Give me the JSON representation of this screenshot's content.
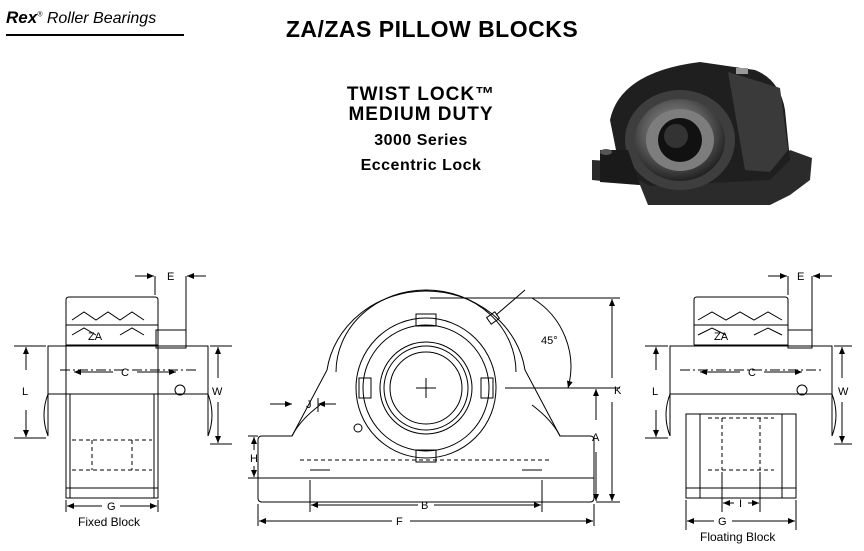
{
  "brand": {
    "name": "Rex",
    "suffix": "Roller Bearings"
  },
  "title": "ZA/ZAS PILLOW BLOCKS",
  "subtitle": {
    "line1": "TWIST LOCK™",
    "line2": "MEDIUM DUTY",
    "series": "3000 Series",
    "lock_type": "Eccentric Lock"
  },
  "captions": {
    "fixed": "Fixed Block",
    "floating": "Floating Block"
  },
  "angle_label": "45°",
  "bearing_mark": "ZA",
  "dimensions": {
    "A": "A",
    "B": "B",
    "C": "C",
    "E": "E",
    "F": "F",
    "G": "G",
    "H": "H",
    "I": "I",
    "J": "J",
    "K": "K",
    "L": "L",
    "W": "W"
  }
}
